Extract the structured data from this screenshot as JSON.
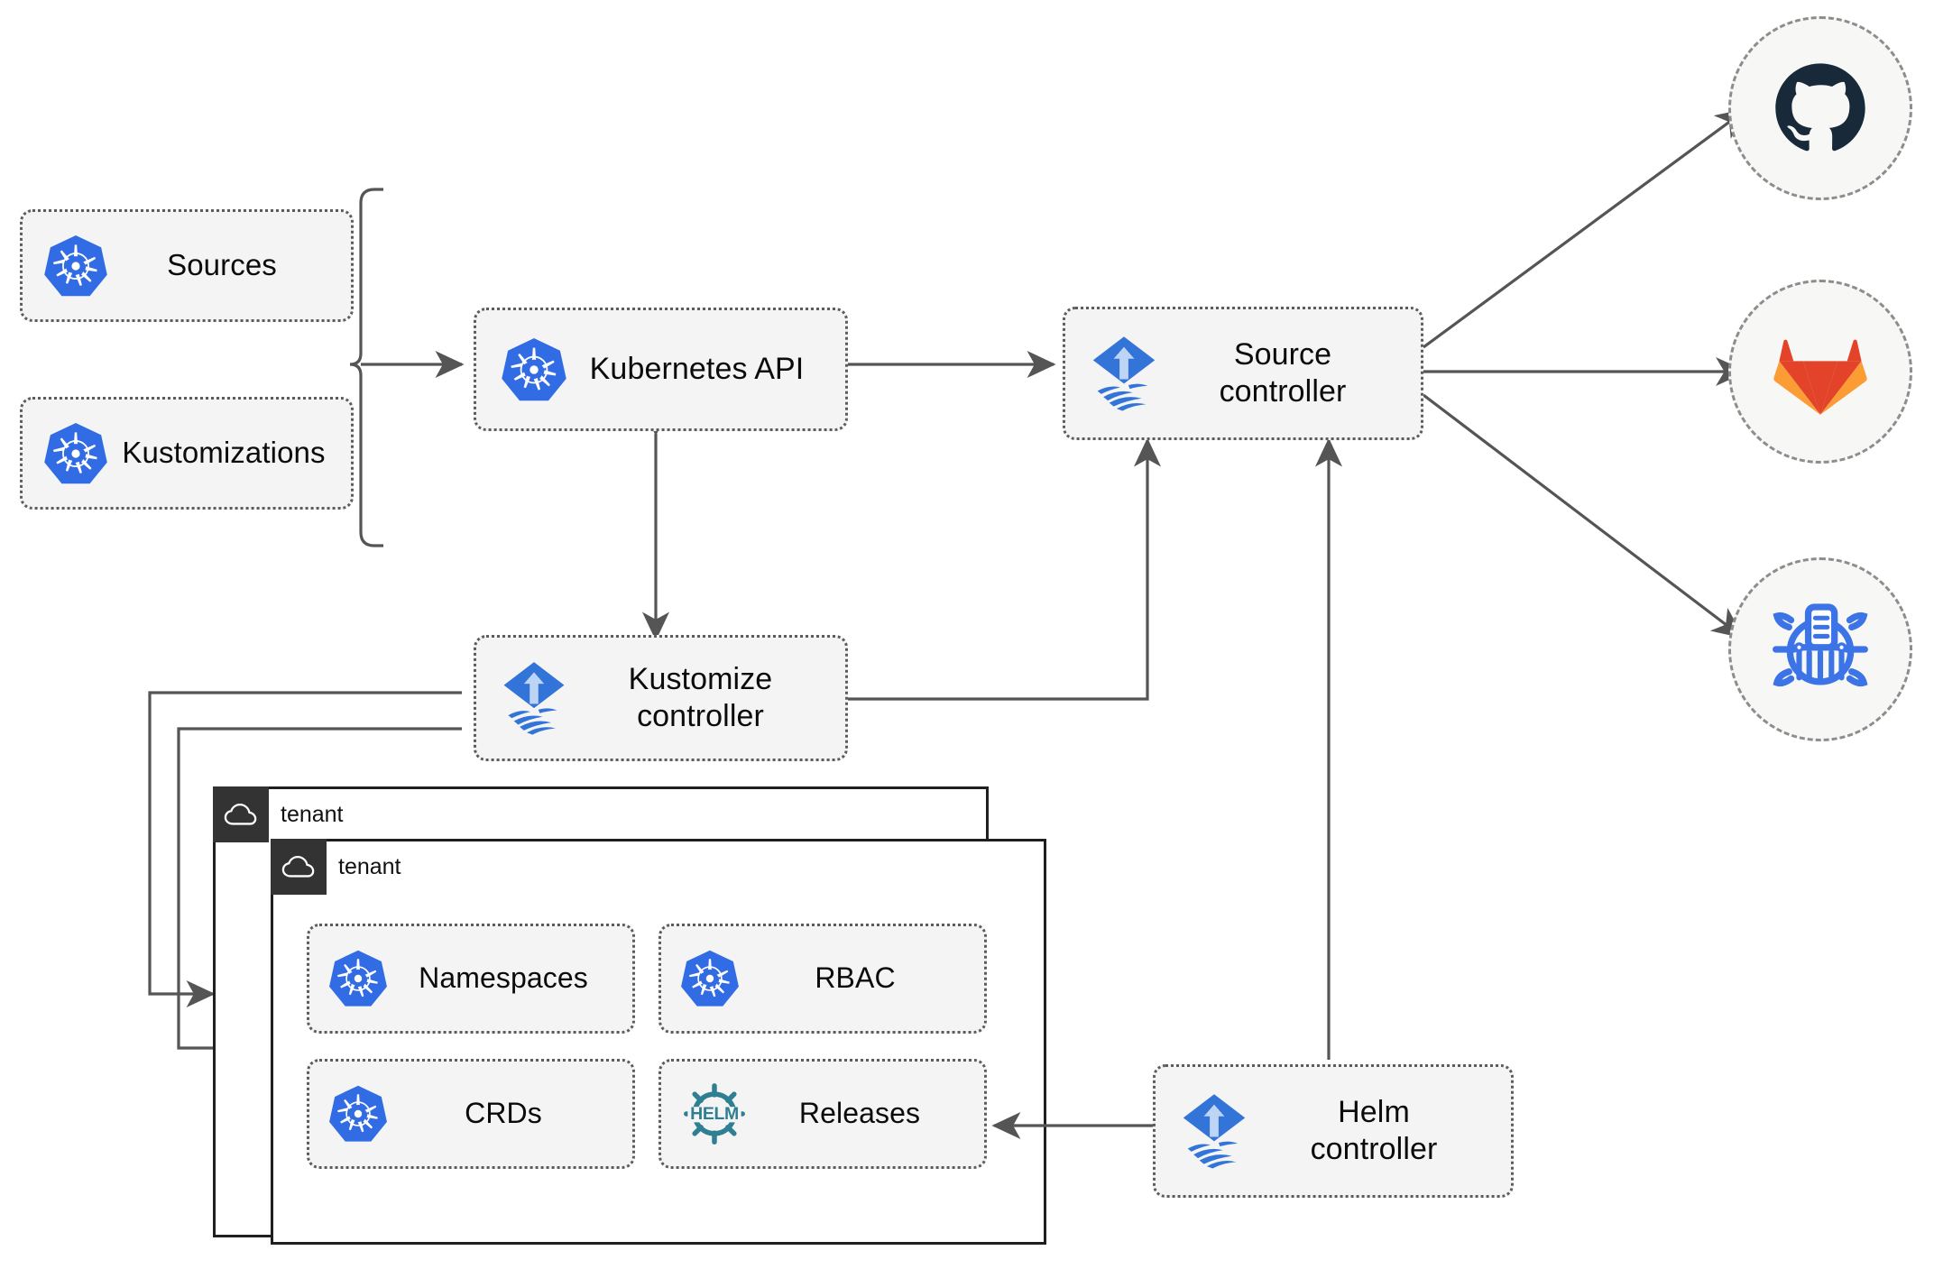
{
  "diagram": {
    "title": "Flux GitOps multi-tenancy architecture",
    "colors": {
      "kubernetes_blue": "#326CE5",
      "flux_blue": "#3374D9",
      "helm_teal": "#2F7F93",
      "github_dark": "#18293A",
      "gitlab_orange": "#E24329",
      "gitlab_light_orange": "#FC9C35",
      "node_fill": "#F4F4F4",
      "node_border": "#5C5C5C",
      "edge": "#555555",
      "tenant_border": "#1F1F1F",
      "tenant_tab": "#333333"
    },
    "nodes": [
      {
        "id": "sources",
        "label": "Sources",
        "icon": "kubernetes-icon"
      },
      {
        "id": "kustomizations",
        "label": "Kustomizations",
        "icon": "kubernetes-icon"
      },
      {
        "id": "kubernetes-api",
        "label": "Kubernetes API",
        "icon": "kubernetes-icon"
      },
      {
        "id": "source-controller",
        "label": "Source\ncontroller",
        "icon": "flux-icon"
      },
      {
        "id": "kustomize-controller",
        "label": "Kustomize\ncontroller",
        "icon": "flux-icon"
      },
      {
        "id": "helm-controller",
        "label": "Helm\ncontroller",
        "icon": "flux-icon"
      },
      {
        "id": "namespaces",
        "label": "Namespaces",
        "icon": "kubernetes-icon"
      },
      {
        "id": "rbac",
        "label": "RBAC",
        "icon": "kubernetes-icon"
      },
      {
        "id": "crds",
        "label": "CRDs",
        "icon": "kubernetes-icon"
      },
      {
        "id": "releases",
        "label": "Releases",
        "icon": "helm-icon"
      }
    ],
    "endpoints": [
      {
        "id": "github",
        "icon": "github-icon"
      },
      {
        "id": "gitlab",
        "icon": "gitlab-icon"
      },
      {
        "id": "helm-repo",
        "icon": "helm-repository-icon"
      }
    ],
    "tenants": [
      {
        "id": "tenant-back",
        "label": "tenant",
        "icon": "cloud-icon"
      },
      {
        "id": "tenant-front",
        "label": "tenant",
        "icon": "cloud-icon"
      }
    ],
    "edges": [
      {
        "from": "sources+kustomizations",
        "to": "kubernetes-api",
        "direction": "one-way"
      },
      {
        "from": "kubernetes-api",
        "to": "source-controller",
        "direction": "two-way"
      },
      {
        "from": "kubernetes-api",
        "to": "kustomize-controller",
        "direction": "two-way"
      },
      {
        "from": "kustomize-controller",
        "to": "source-controller",
        "direction": "one-way"
      },
      {
        "from": "helm-controller",
        "to": "source-controller",
        "direction": "one-way"
      },
      {
        "from": "source-controller",
        "to": "github",
        "direction": "one-way"
      },
      {
        "from": "source-controller",
        "to": "gitlab",
        "direction": "one-way"
      },
      {
        "from": "source-controller",
        "to": "helm-repo",
        "direction": "one-way"
      },
      {
        "from": "kustomize-controller",
        "to": "tenant-back",
        "direction": "one-way"
      },
      {
        "from": "kustomize-controller",
        "to": "tenant-front",
        "direction": "one-way"
      },
      {
        "from": "helm-controller",
        "to": "releases",
        "direction": "one-way"
      }
    ]
  }
}
